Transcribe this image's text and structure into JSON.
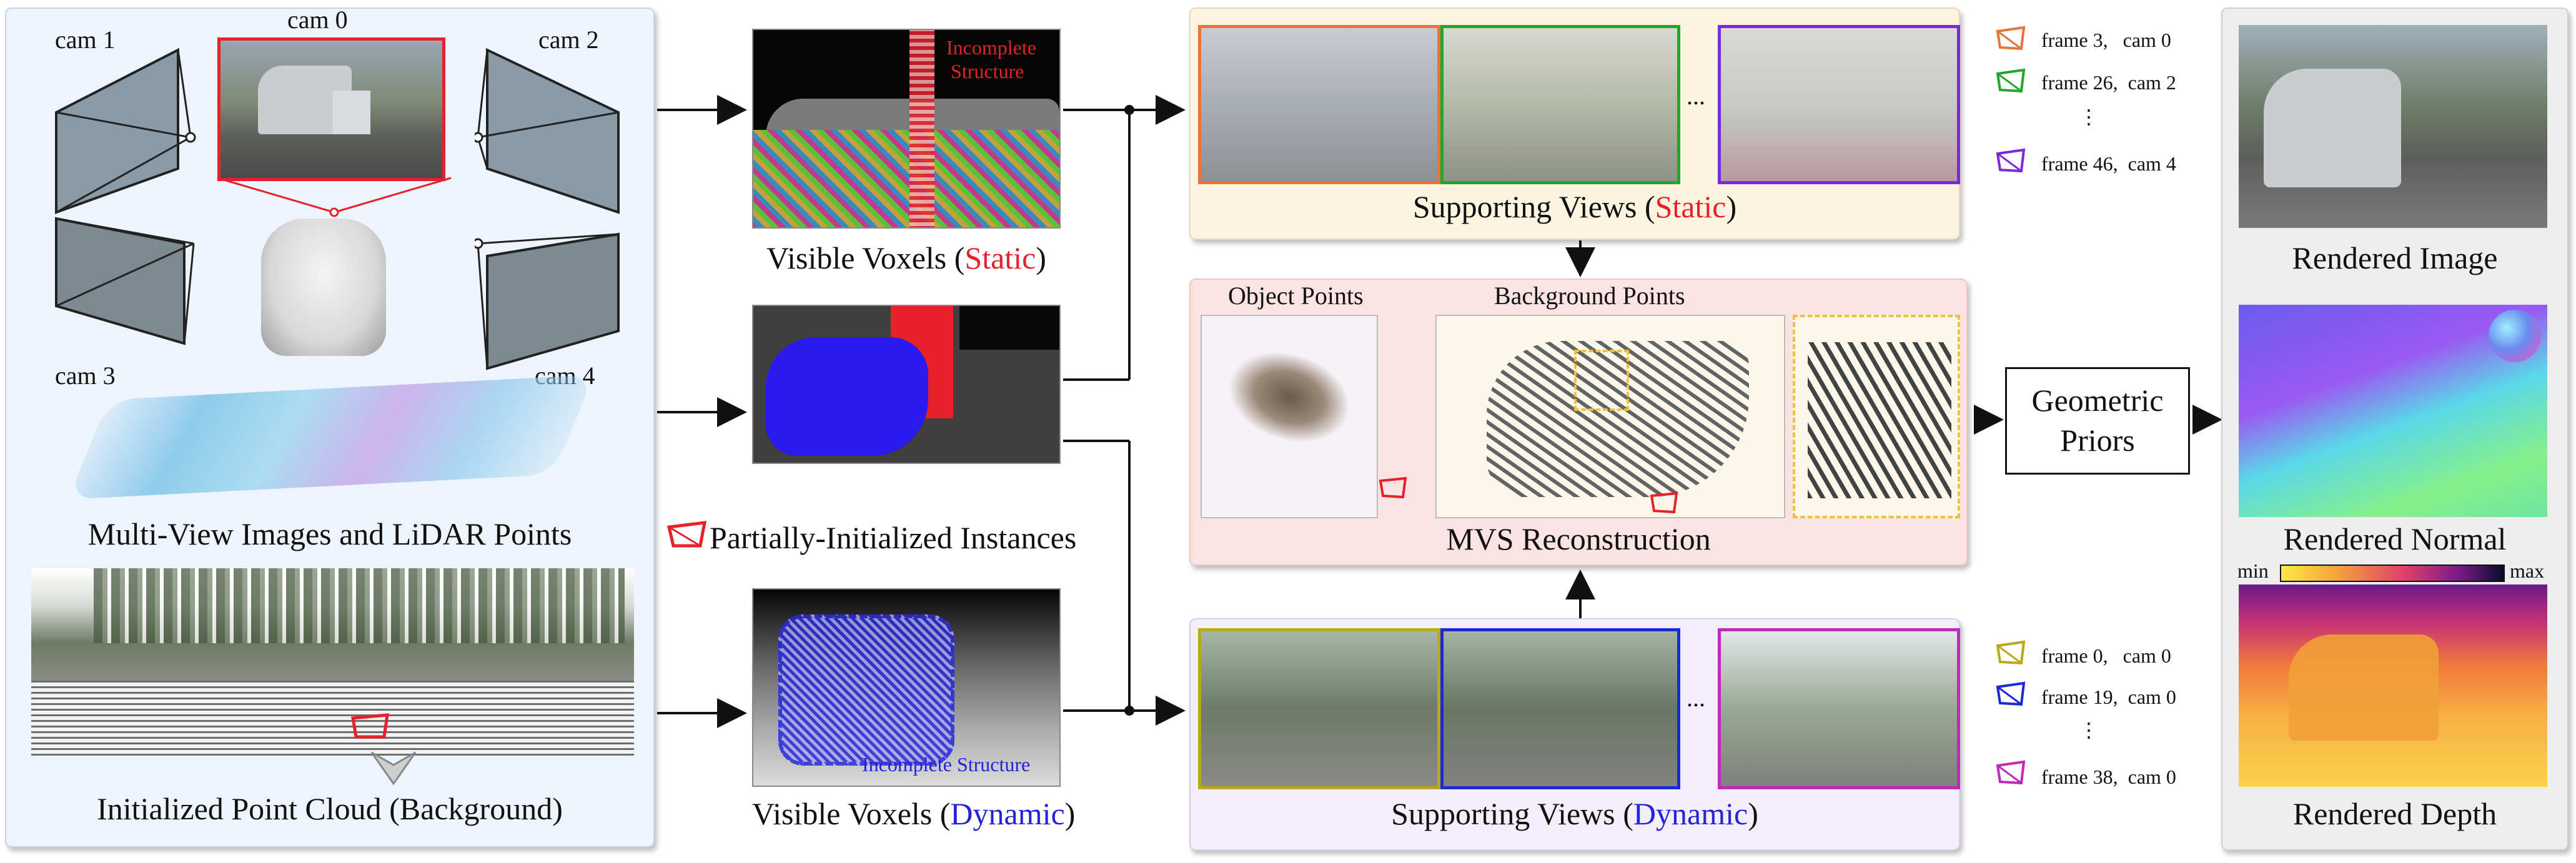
{
  "left": {
    "cams": [
      "cam 0",
      "cam 1",
      "cam 2",
      "cam 3",
      "cam 4"
    ],
    "title_top": "Multi-View Images and LiDAR Points",
    "title_bottom": "Initialized Point Cloud (Background)"
  },
  "voxels": {
    "static_prefix": "Visible Voxels (",
    "static_word": "Static",
    "suffix": ")",
    "dynamic_prefix": "Visible Voxels (",
    "dynamic_word": "Dynamic",
    "incomplete_line1": "Incomplete",
    "incomplete_line2": "Structure",
    "incomplete_dynamic": "Incomplete Structure",
    "partial_instances": "Partially-Initialized Instances"
  },
  "supporting": {
    "static_prefix": "Supporting Views (",
    "static_word": "Static",
    "dynamic_prefix": "Supporting Views (",
    "dynamic_word": "Dynamic",
    "suffix": ")",
    "ellipsis": "...",
    "static_frames": [
      {
        "frame": "frame 3,",
        "cam": "cam 0",
        "color": "#e8743b"
      },
      {
        "frame": "frame 26,",
        "cam": "cam 2",
        "color": "#1fa82a"
      },
      {
        "frame": "frame 46,",
        "cam": "cam 4",
        "color": "#7a2ad8"
      }
    ],
    "dynamic_frames": [
      {
        "frame": "frame 0,",
        "cam": "cam 0",
        "color": "#b8a81a"
      },
      {
        "frame": "frame 19,",
        "cam": "cam 0",
        "color": "#1a2ad8"
      },
      {
        "frame": "frame 38,",
        "cam": "cam 0",
        "color": "#c02ab8"
      }
    ],
    "vdots": "⋮"
  },
  "mvs": {
    "object_points": "Object Points",
    "background_points": "Background Points",
    "title": "MVS Reconstruction"
  },
  "priors": {
    "line1": "Geometric",
    "line2": "Priors"
  },
  "rendered": {
    "image": "Rendered Image",
    "normal": "Rendered Normal",
    "depth": "Rendered Depth",
    "min": "min",
    "max": "max"
  }
}
